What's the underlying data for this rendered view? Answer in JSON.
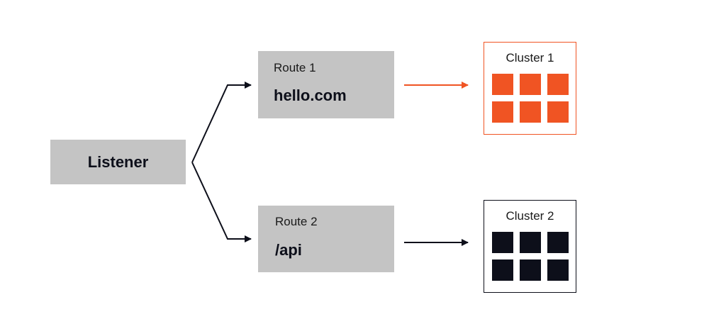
{
  "listener": {
    "label": "Listener"
  },
  "routes": [
    {
      "name": "Route 1",
      "match": "hello.com"
    },
    {
      "name": "Route 2",
      "match": "/api"
    }
  ],
  "clusters": [
    {
      "name": "Cluster 1",
      "color": "#f05423"
    },
    {
      "name": "Cluster 2",
      "color": "#0d0f1a"
    }
  ],
  "colors": {
    "box_fill": "#c4c4c4",
    "accent_orange": "#f05423",
    "dark": "#0d0f1a"
  }
}
